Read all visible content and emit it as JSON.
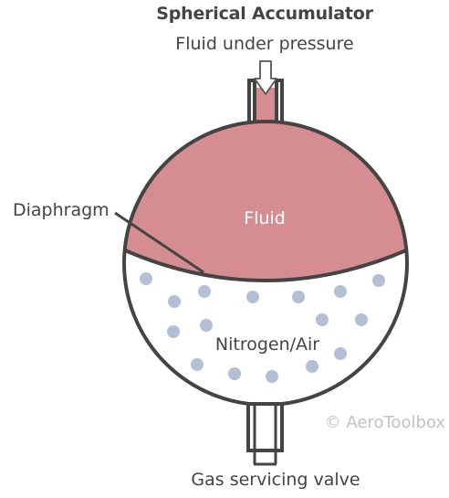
{
  "title": "Spherical Accumulator",
  "labels": {
    "top_inlet": "Fluid under pressure",
    "fluid": "Fluid",
    "diaphragm": "Diaphragm",
    "gas": "Nitrogen/Air",
    "bottom_valve": "Gas servicing valve"
  },
  "watermark": "© AeroToolbox",
  "colors": {
    "fluid": "#d68d91",
    "gas_bubble": "#b3bfd4",
    "outline": "#444444",
    "text": "#444444",
    "watermark": "#c2c2c2"
  },
  "icons": {
    "inlet_arrow": "down-arrow-icon"
  }
}
